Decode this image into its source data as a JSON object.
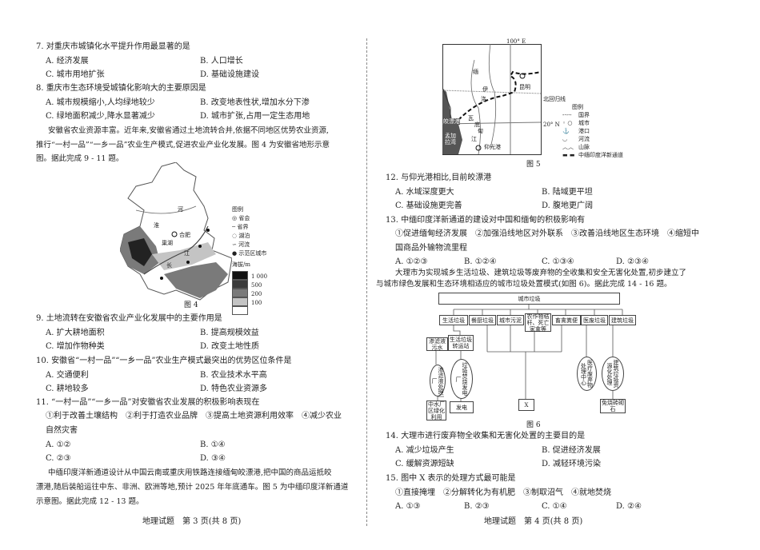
{
  "left": {
    "q7": {
      "stem": "7. 对重庆市城镇化水平提升作用最显著的是",
      "A": "A. 经济发展",
      "B": "B. 人口增长",
      "C": "C. 城市用地扩张",
      "D": "D. 基础设施建设"
    },
    "q8": {
      "stem": "8. 重庆市生态环境受城镇化影响大的主要原因是",
      "A": "A. 城市规模缩小,人均绿地较少",
      "B": "B. 改变地表性状,增加水分下渗",
      "C": "C. 绿地面积减少,降水显著减少",
      "D": "D. 城市扩张,占用一定生态用地"
    },
    "passage1": [
      "安徽省农业资源丰富。近年来,安徽省通过土地流转合并,依据不同地区优势农业资源,",
      "推行“一村一品”“一乡一品”农业生产模式,促进农业产业化发展。图 4 为安徽省地形示意",
      "图。据此完成 9 - 11 题。"
    ],
    "fig4": {
      "caption": "图 4",
      "labels": {
        "huai": "淮",
        "he": "河",
        "hefei": "合肥",
        "chaohu": "巢湖",
        "chang": "长",
        "jiang": "江"
      },
      "legend_title": "图例",
      "legend": [
        "省会",
        "省界",
        "湖泊",
        "河流",
        "示范区城市"
      ],
      "elevation_title": "海拔/m",
      "elevation": [
        "1 000",
        "500",
        "200",
        "100"
      ],
      "elevation_colors": [
        "#111111",
        "#3a3a3a",
        "#7a7a7a",
        "#c4c4c4",
        "#ffffff"
      ]
    },
    "q9": {
      "stem": "9. 土地流转在安徽省农业产业化发展中的主要作用是",
      "A": "A. 扩大耕地面积",
      "B": "B. 提高规模效益",
      "C": "C. 增加作物种类",
      "D": "D. 改变土地性质"
    },
    "q10": {
      "stem": "10. 安徽省“一村一品”“一乡一品”农业生产模式最突出的优势区位条件是",
      "A": "A. 交通便利",
      "B": "B. 农业技术水平高",
      "C": "C. 耕地较多",
      "D": "D. 特色农业资源多"
    },
    "q11": {
      "stem": "11. “一村一品”“一乡一品”对安徽省农业发展的积极影响表现在",
      "items1": "①利于改善土壤结构　②利于打造农业品牌　③提高土地资源利用效率　④减少农业",
      "items2": "自然灾害",
      "A": "A. ①②",
      "B": "B. ①④",
      "C": "C. ②③",
      "D": "D. ③④"
    },
    "passage2": [
      "中缅印度洋新通道设计从中国云南或重庆用铁路连接缅甸皎漂港,把中国的商品运抵皎",
      "漂港,随后装船运往中东、非洲、欧洲等地,预计 2025 年年底通车。图 5 为中缅印度洋新通道",
      "示意图。据此完成 12 - 13 题。"
    ],
    "footer": "地理试题　第 3 页(共 8 页)"
  },
  "right": {
    "fig5": {
      "caption": "图 5",
      "lon": "100° E",
      "lat": "20° N",
      "tropic": "北回归线",
      "labels": {
        "kunming": "昆明",
        "kyaukpyu": "皎漂港",
        "bengal": "孟加拉湾",
        "yangon": "仰光港",
        "mian": "缅",
        "dian": "甸",
        "yi": "伊",
        "luo": "洛",
        "wa": "瓦",
        "di": "底",
        "jiang": "江"
      },
      "legend_title": "图例",
      "legend": [
        "国界",
        "城市",
        "港口",
        "河流",
        "山脉",
        "中缅印度洋新通道"
      ]
    },
    "q12": {
      "stem": "12. 与仰光港相比,目前皎漂港",
      "A": "A. 水域深度更大",
      "B": "B. 陆域更平坦",
      "C": "C. 基础设施更完善",
      "D": "D. 腹地更广阔"
    },
    "q13": {
      "stem": "13. 中缅印度洋新通道的建设对中国和缅甸的积极影响有",
      "items1": "①促进缅甸经济发展　②加强沿线地区对外联系　③改善沿线地区生态环境　④缩短中",
      "items2": "国商品外输物流里程",
      "A": "A. ①②③",
      "B": "B. ①②④",
      "C": "C. ①③④",
      "D": "D. ②③④"
    },
    "passage3": [
      "大理市为实现城乡生活垃圾、建筑垃圾等废弃物的全收集和安全无害化处置,初步建立了",
      "与城市绿色发展和生态环境相适应的城市垃圾处置模式(如图 6)。据此完成 14 - 16 题。"
    ],
    "fig6": {
      "caption": "图 6",
      "root": "城市垃圾",
      "categories": [
        "生活垃圾",
        "餐厨垃圾",
        "城市污泥",
        "农作物秸秆、死亡家禽等",
        "畜禽粪便",
        "医废垃圾",
        "建筑垃圾"
      ],
      "leachate": "渗滤液污水",
      "transfer": "生活垃圾转运站",
      "leachate_plant": "渗滤液处理厂",
      "incineration": "垃圾焚烧发电厂",
      "medical": "医疗废弃物处理中心",
      "construction": "建筑垃圾资源化处理",
      "reuse": "中水厂区绿化利用",
      "power": "发电",
      "x": "X",
      "bricks": "免烧砖砌石"
    },
    "q14": {
      "stem": "14. 大理市进行废弃物全收集和无害化处置的主要目的是",
      "A": "A. 减少垃圾产生",
      "B": "B. 促进经济发展",
      "C": "C. 缓解资源短缺",
      "D": "D. 减轻环境污染"
    },
    "q15": {
      "stem": "15. 图中 X 表示的处理方式最可能是",
      "items1": "①直接掩埋　②分解转化为有机肥　③制取沼气　④就地焚烧",
      "A": "A. ①③",
      "B": "B. ②③",
      "C": "C. ①④",
      "D": "D. ②④"
    },
    "footer": "地理试题　第 4 页(共 8 页)"
  }
}
